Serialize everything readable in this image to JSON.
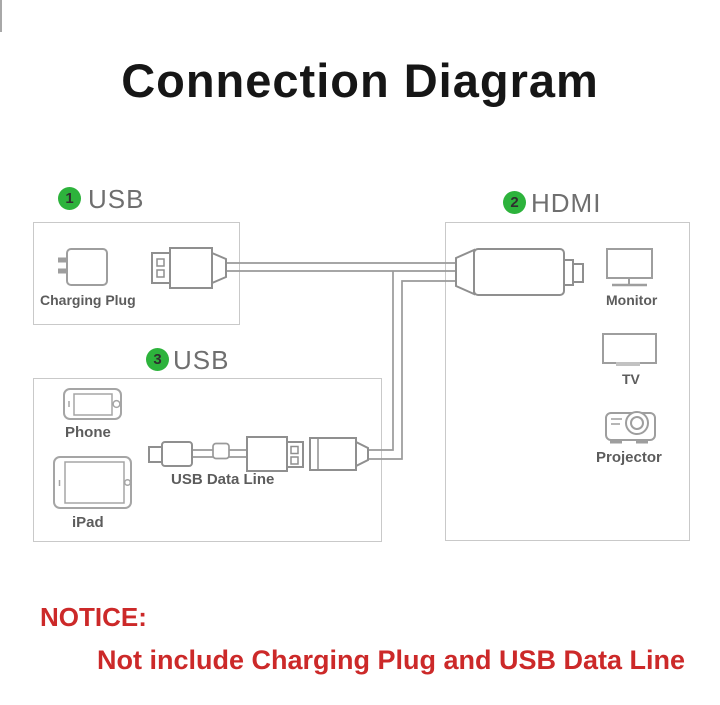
{
  "title": "Connection Diagram",
  "colors": {
    "background": "#ffffff",
    "accent_green": "#2db33c",
    "notice_red": "#cc2929",
    "box_border": "#c9c9c9",
    "icon_stroke": "#9e9e9e",
    "connector_stroke": "#8f8f8f",
    "section_label_gray": "#6f6f6f",
    "inner_label_gray": "#5c5c5c",
    "title_color": "#161616"
  },
  "sections": {
    "one": {
      "number": "1",
      "label": "USB"
    },
    "two": {
      "number": "2",
      "label": "HDMI"
    },
    "three": {
      "number": "3",
      "label": "USB"
    }
  },
  "boxes": {
    "charging": {
      "label": "Charging Plug"
    },
    "displays": {
      "monitor": "Monitor",
      "tv": "TV",
      "projector": "Projector"
    },
    "devices": {
      "phone": "Phone",
      "ipad": "iPad",
      "data_line": "USB Data Line"
    }
  },
  "notice": {
    "heading": "NOTICE:",
    "text": "Not include Charging Plug and USB Data Line"
  }
}
